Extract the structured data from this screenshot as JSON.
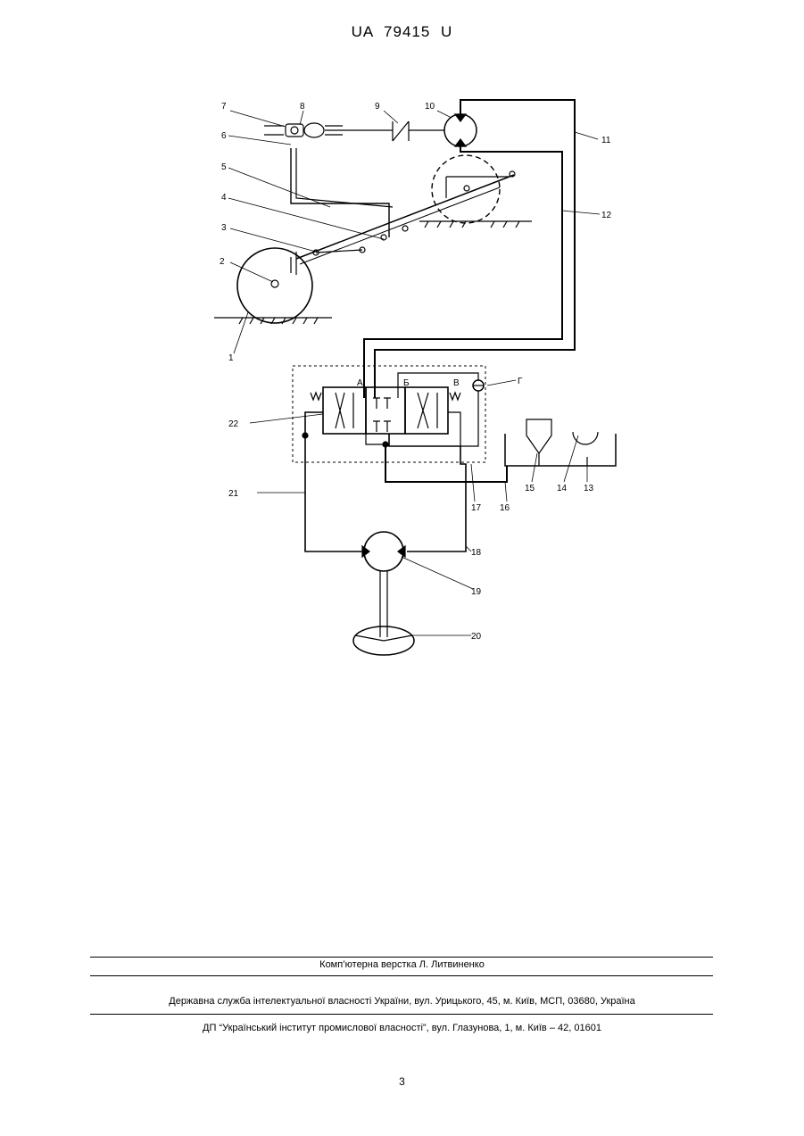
{
  "header": {
    "patent_number": "UA   79415   U"
  },
  "figure": {
    "labels": {
      "l1": "1",
      "l2": "2",
      "l3": "3",
      "l4": "4",
      "l5": "5",
      "l6": "6",
      "l7": "7",
      "l8": "8",
      "l9": "9",
      "l10": "10",
      "l11": "11",
      "l12": "12",
      "l13": "13",
      "l14": "14",
      "l15": "15",
      "l16": "16",
      "l17": "17",
      "l18": "18",
      "l19": "19",
      "l20": "20",
      "l21": "21",
      "l22": "22"
    },
    "valve_labels": {
      "a": "А",
      "b": "Б",
      "v": "В",
      "g": "Г"
    }
  },
  "footer": {
    "layout_credit": "Комп’ютерна верстка Л. Литвиненко",
    "agency": "Державна служба інтелектуальної власності України, вул. Урицького, 45, м. Київ, МСП, 03680, Україна",
    "institute": "ДП “Український інститут промислової власності”, вул. Глазунова, 1, м. Київ – 42, 01601"
  },
  "page": {
    "number": "3"
  }
}
